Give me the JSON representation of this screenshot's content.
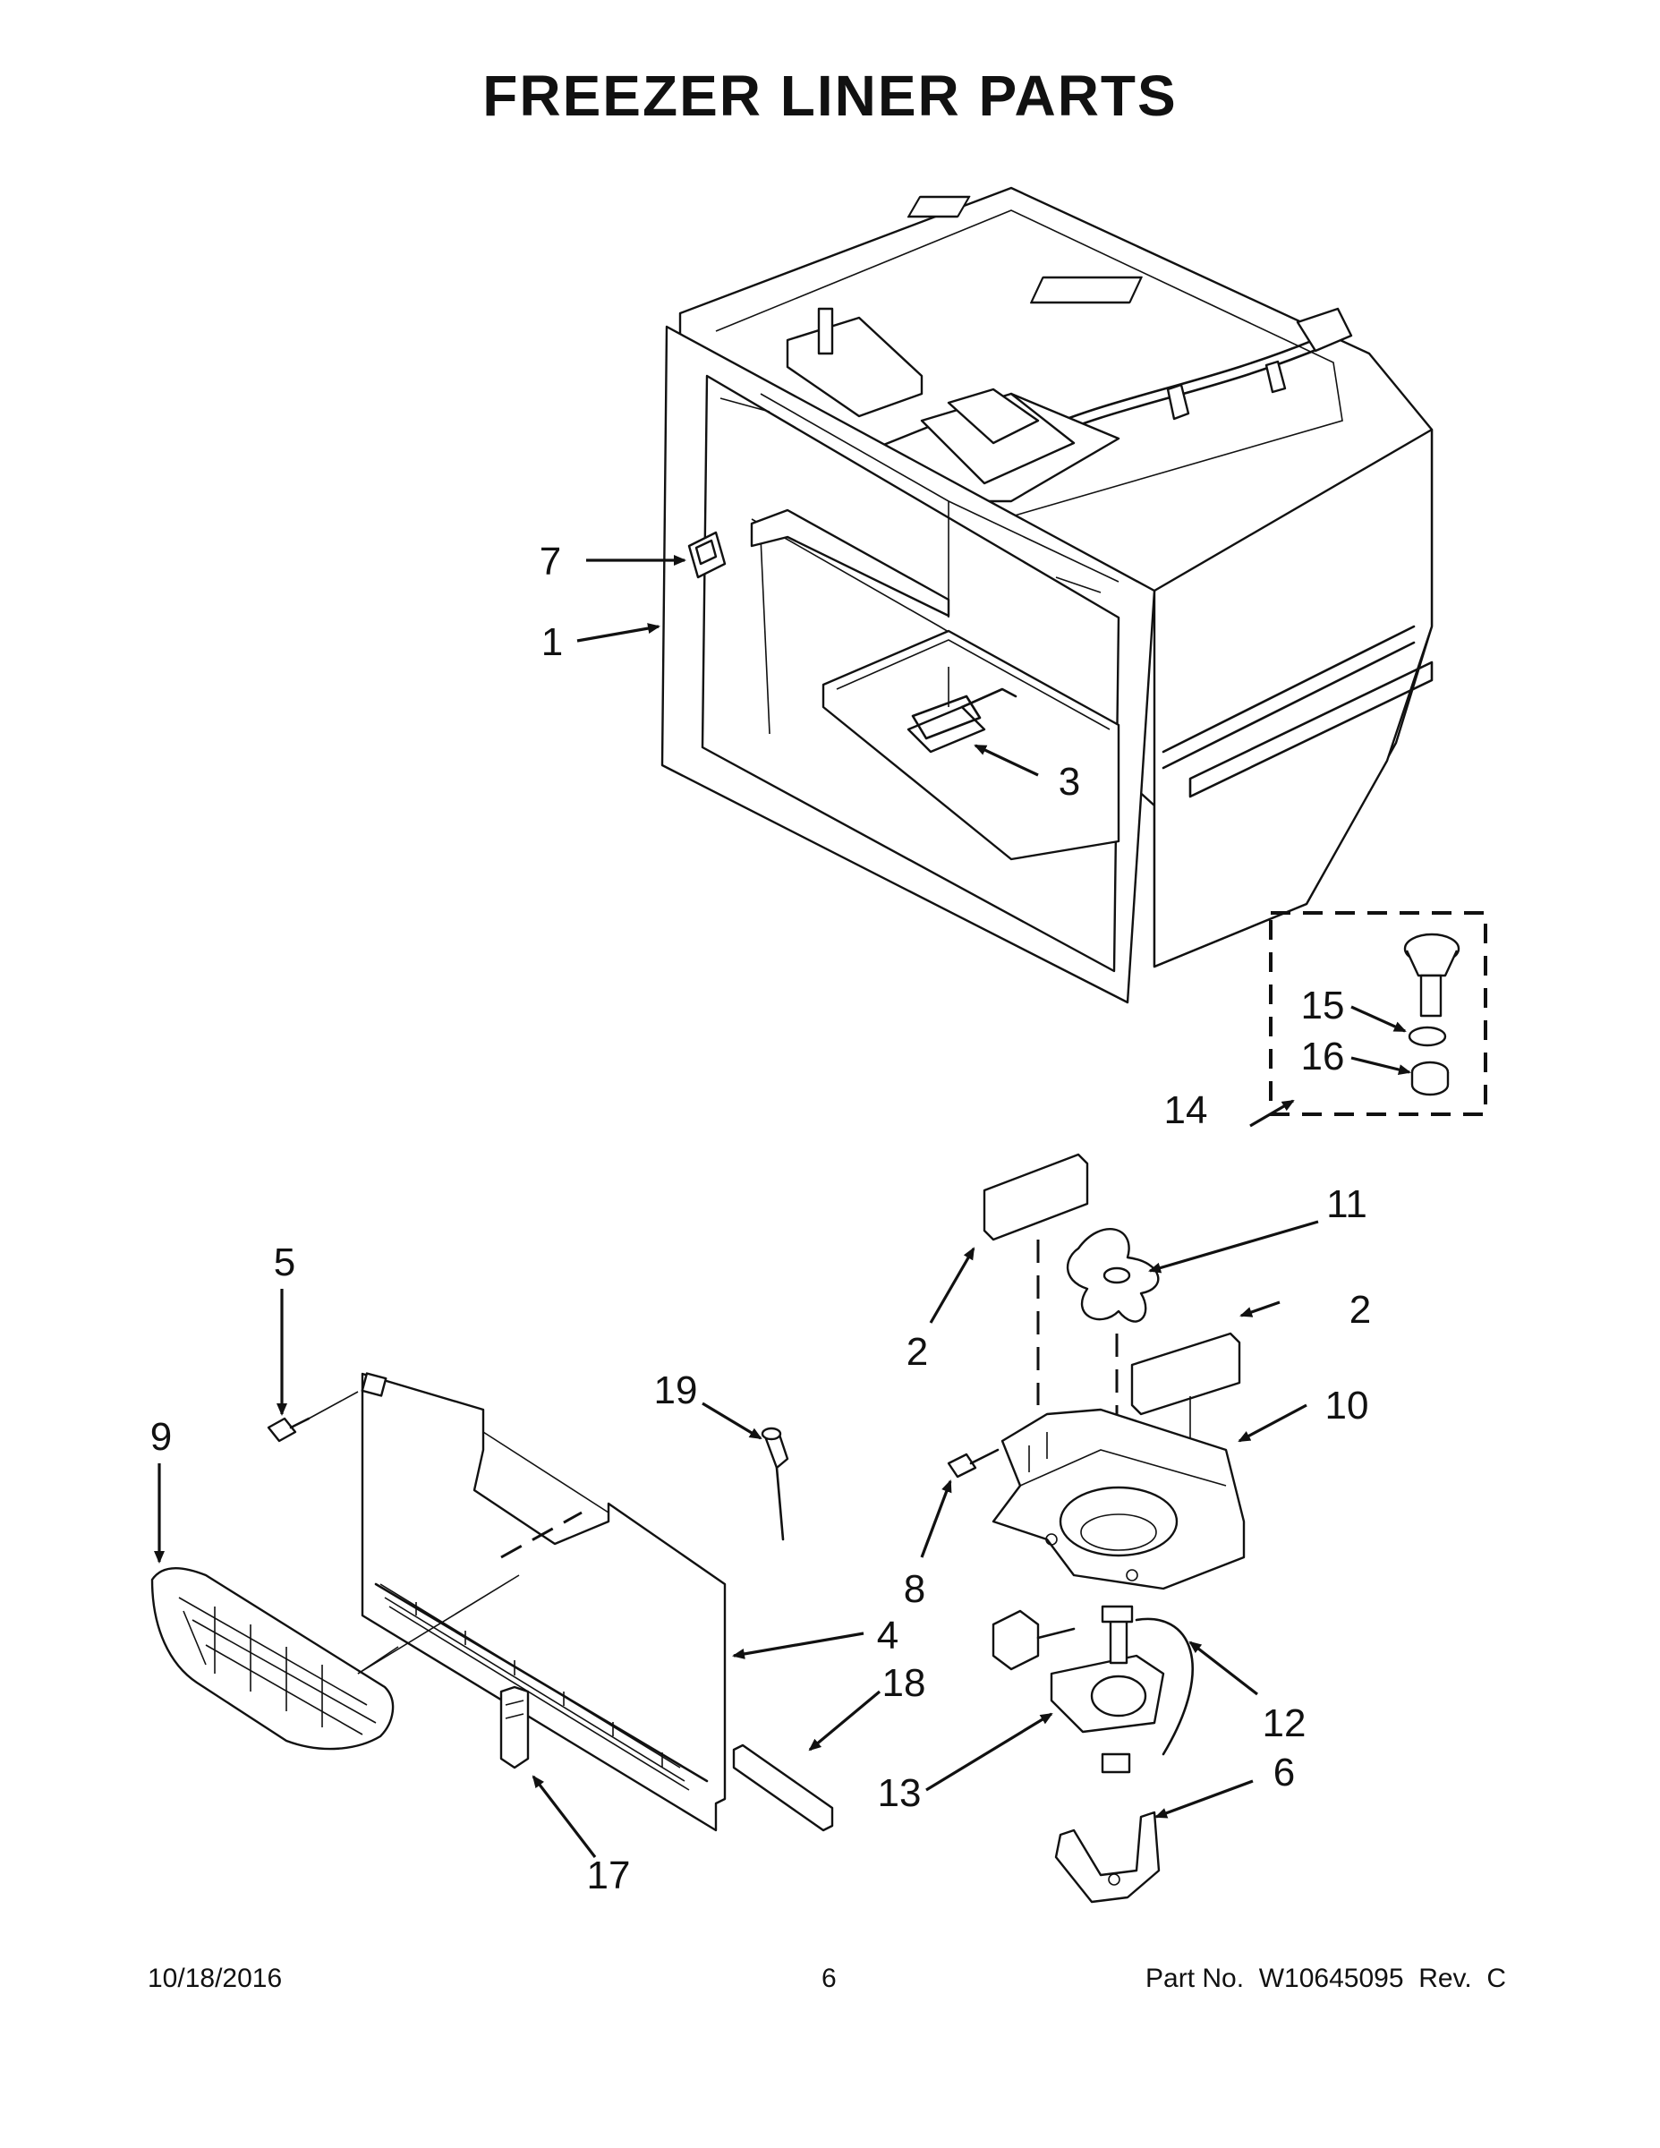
{
  "title": "FREEZER LINER PARTS",
  "callouts": {
    "c1": "1",
    "c2a": "2",
    "c2b": "2",
    "c3": "3",
    "c4": "4",
    "c5": "5",
    "c6": "6",
    "c7": "7",
    "c8": "8",
    "c9": "9",
    "c10": "10",
    "c11": "11",
    "c12": "12",
    "c13": "13",
    "c14": "14",
    "c15": "15",
    "c16": "16",
    "c17": "17",
    "c18": "18",
    "c19": "19"
  },
  "footer": {
    "date": "10/18/2016",
    "page": "6",
    "part_no": "Part No.  W10645095  Rev.  C"
  }
}
